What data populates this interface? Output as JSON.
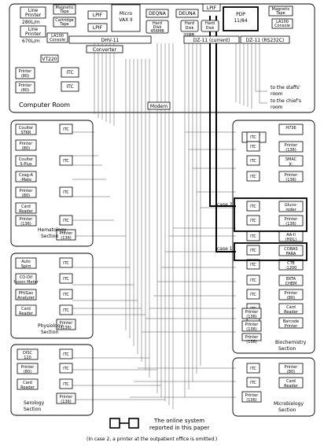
{
  "computer_room": {
    "title": "Computer Room",
    "line_printer_1": [
      "Line",
      "Printer"
    ],
    "line_printer_1_speed": "280L/m",
    "line_printer_2": [
      "Line",
      "Printer"
    ],
    "line_printer_2_speed": "670L/m",
    "magnetic_tape": [
      "Magnetic",
      "Tape"
    ],
    "cartridge_tape": [
      "Cartridge",
      "Tape"
    ],
    "lpif_1": "LPIF",
    "lpif_2": "LPIF",
    "lpif_3": "LPIF",
    "microvax": [
      "Micro",
      "VAX II"
    ],
    "deqna": "DEQNA",
    "deuna": "DEUNA",
    "pdp": [
      "PDP",
      "11/84"
    ],
    "hard_disk_1": [
      "Hard",
      "Disk",
      "456MB"
    ],
    "hard_disk_2": [
      "Hard",
      "Disk"
    ],
    "hard_disk_3": [
      "Hard",
      "Disk"
    ],
    "disk_size": "20MB",
    "magnetic_tape_2": [
      "Magnetic",
      "Tape"
    ],
    "a100_console": [
      "LA100",
      "Console"
    ],
    "a100_console_2": [
      "LA100",
      "Console"
    ],
    "dhv": "DHV-11",
    "dz_current": "DZ-11 (current)",
    "dz_rs232": "DZ-11 (RS232C)",
    "converter": "Converter",
    "vt220": "VT220",
    "printer_80a": [
      "Printer",
      "(80)"
    ],
    "printer_80b": [
      "Printer",
      "(80)"
    ],
    "itc": "ITC",
    "to_staffs": [
      "to the staffs'",
      "room"
    ],
    "to_chiefs": [
      "to the chief's",
      "room"
    ],
    "modem": "Modem"
  },
  "hematology": {
    "title": [
      "Hematology",
      "Section"
    ],
    "devices": [
      [
        "Coulter",
        "STKR"
      ],
      [
        "Printer",
        "(80)"
      ],
      [
        "Coulter",
        "S-Plus"
      ],
      [
        "Coag-A",
        "-Mate"
      ],
      [
        "Printer",
        "(80)"
      ],
      [
        "Card",
        "Reader"
      ],
      [
        "Printer",
        "(136)"
      ]
    ],
    "bottom_printer": [
      "Printer",
      "(136)"
    ]
  },
  "physiology": {
    "title": [
      "Physiology",
      "Section"
    ],
    "devices": [
      [
        "Auto",
        "Spiro"
      ],
      [
        "CO-Dif",
        "fusion Meter"
      ],
      [
        "PH/Gas",
        "Analyzer"
      ],
      [
        "Card",
        "Reader"
      ]
    ],
    "bottom_printer": [
      "Printer",
      "(136)"
    ]
  },
  "serology": {
    "title": [
      "Serology",
      "Section"
    ],
    "devices": [
      [
        "DISC",
        "120"
      ],
      [
        "Printer",
        "(80)"
      ],
      [
        "Card",
        "Reader"
      ]
    ],
    "bottom_printer": [
      "Printer",
      "(136)"
    ]
  },
  "biochemistry": {
    "title": [
      "Biochemistry",
      "Section"
    ],
    "devices": [
      [
        "H736",
        ""
      ],
      [
        "Printer",
        "(136)"
      ],
      [
        "Printer",
        "(136)"
      ],
      [
        "SMAC",
        "Jr."
      ],
      [
        "Printer",
        "(136)"
      ],
      [
        "Gluco-",
        "roder"
      ],
      [
        "Printer",
        "(136)"
      ],
      [
        "AA-II",
        "(HDL)"
      ],
      [
        "COBAS",
        "FARA"
      ],
      [
        "CTE",
        "-1200"
      ],
      [
        "EKTA",
        "CHEM"
      ],
      [
        "Printer",
        "(80)"
      ],
      [
        "Card",
        "Reader"
      ],
      [
        "Barcode",
        "Printer"
      ]
    ],
    "printer_left_a": [
      "Printer",
      "(136)"
    ],
    "printer_left_b": [
      "Printer",
      "(136)"
    ],
    "printer_left_c": [
      "Printer",
      "(136)"
    ]
  },
  "microbiology": {
    "title": [
      "Microbiology",
      "Section"
    ],
    "devices": [
      [
        "Printer",
        "(80)"
      ],
      [
        "Card",
        "Reader"
      ]
    ],
    "bottom_printer": [
      "Printer",
      "(136)"
    ]
  },
  "labels": {
    "case1": "case 1",
    "case2": "case 2"
  },
  "legend": {
    "text": [
      "The online system",
      "reported in this paper"
    ],
    "note": "(In case 2, a printer at the outpatient office is omitted.)"
  }
}
